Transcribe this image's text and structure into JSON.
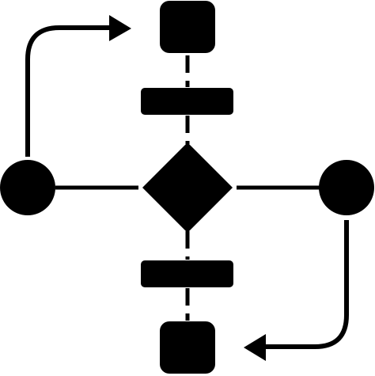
{
  "icon": {
    "name": "flowchart-icon",
    "color": "#000000",
    "background": "#ffffff"
  },
  "nodes": [
    {
      "id": "start-terminal",
      "shape": "rounded-square"
    },
    {
      "id": "process-top",
      "shape": "bar"
    },
    {
      "id": "decision",
      "shape": "diamond"
    },
    {
      "id": "connector-left",
      "shape": "circle"
    },
    {
      "id": "connector-right",
      "shape": "circle"
    },
    {
      "id": "process-bottom",
      "shape": "bar"
    },
    {
      "id": "end-terminal",
      "shape": "rounded-square"
    }
  ]
}
